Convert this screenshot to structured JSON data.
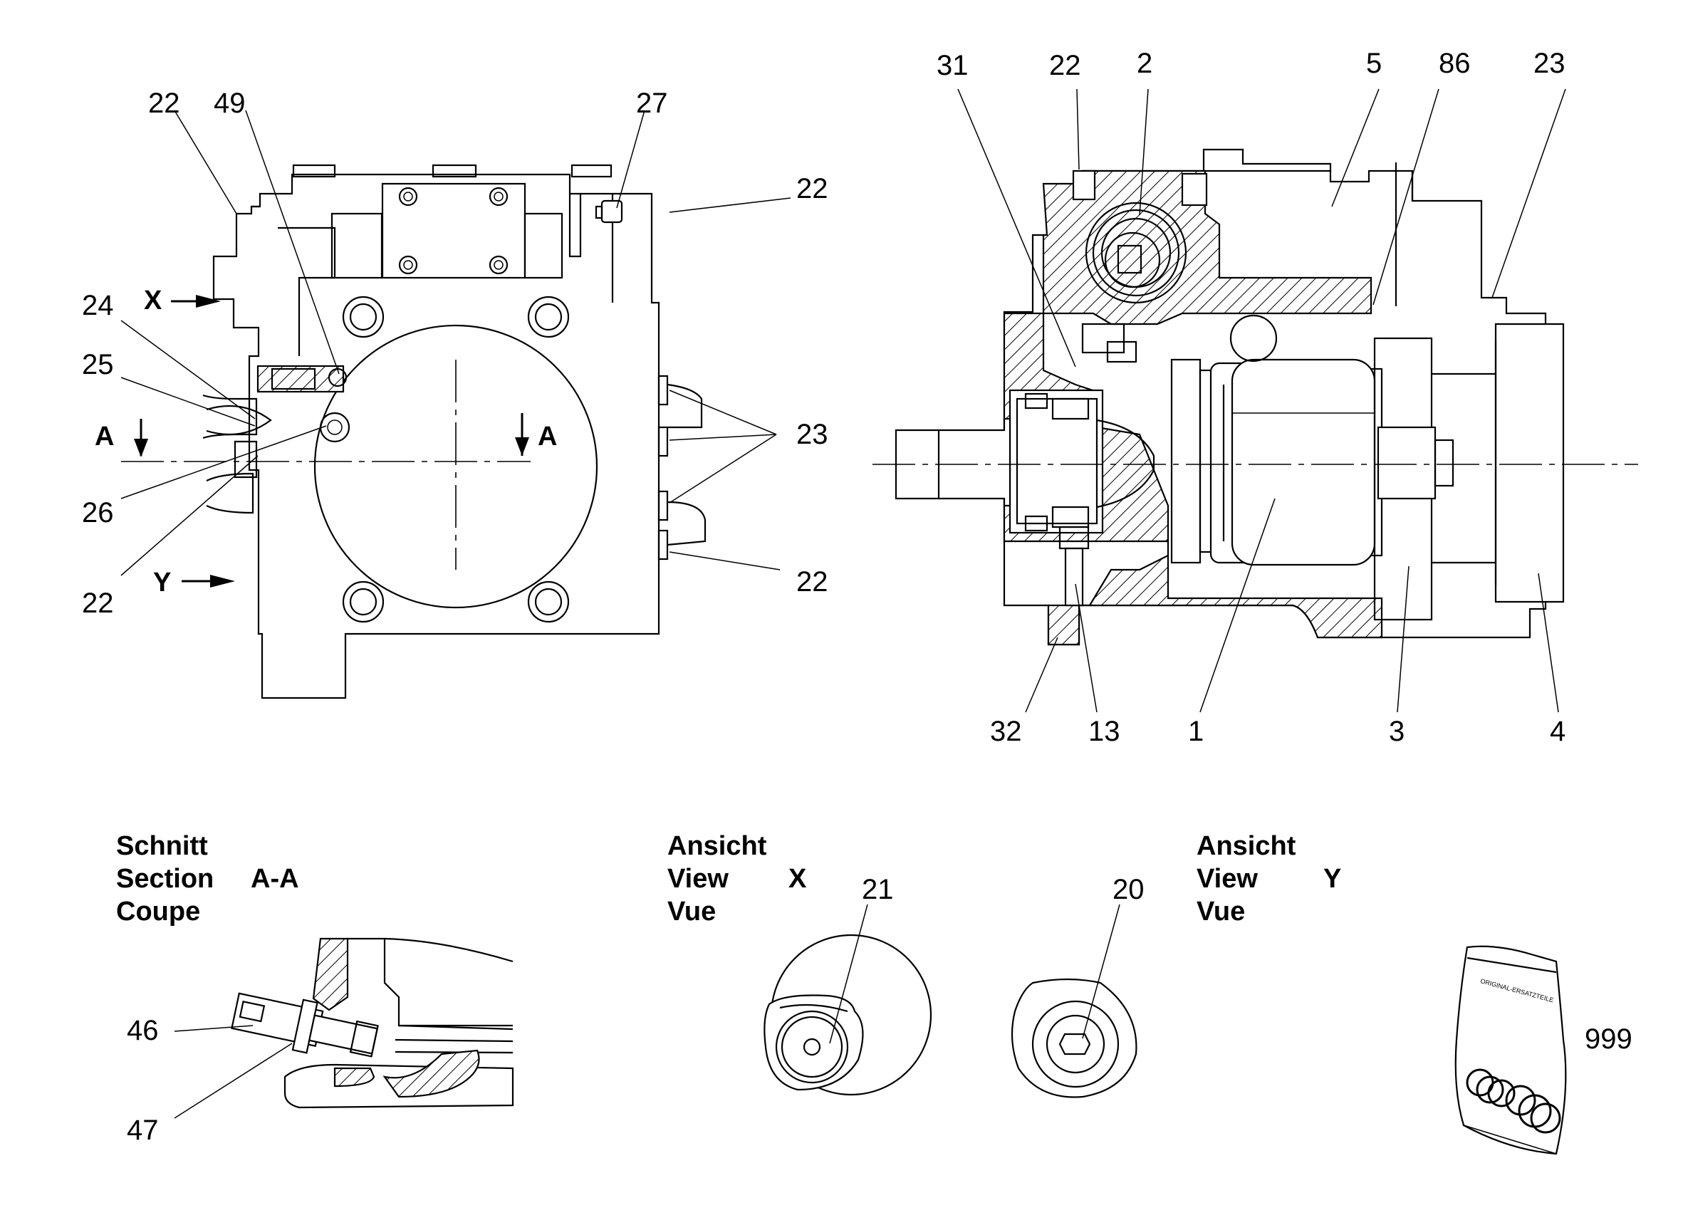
{
  "labels": {
    "l22a": "22",
    "l49": "49",
    "l27": "27",
    "l22b": "22",
    "l24": "24",
    "lX": "X",
    "l25": "25",
    "lA1": "A",
    "lA2": "A",
    "l23a": "23",
    "l26": "26",
    "l22c": "22",
    "lY": "Y",
    "l22d": "22",
    "l31": "31",
    "l22e": "22",
    "l2": "2",
    "l5": "5",
    "l86": "86",
    "l23b": "23",
    "l32": "32",
    "l13": "13",
    "l1": "1",
    "l3": "3",
    "l4": "4",
    "l46": "46",
    "l47": "47",
    "l21": "21",
    "l20": "20",
    "l999": "999"
  },
  "captions": {
    "section": {
      "line1": "Schnitt",
      "line2": "Section",
      "line3": "Coupe",
      "tag": "A-A"
    },
    "view_x": {
      "line1": "Ansicht",
      "line2": "View",
      "line3": "Vue",
      "tag": "X"
    },
    "view_y": {
      "line1": "Ansicht",
      "line2": "View",
      "line3": "Vue",
      "tag": "Y"
    }
  },
  "bag_print": "ORIGINAL-ERSATZTEILE"
}
